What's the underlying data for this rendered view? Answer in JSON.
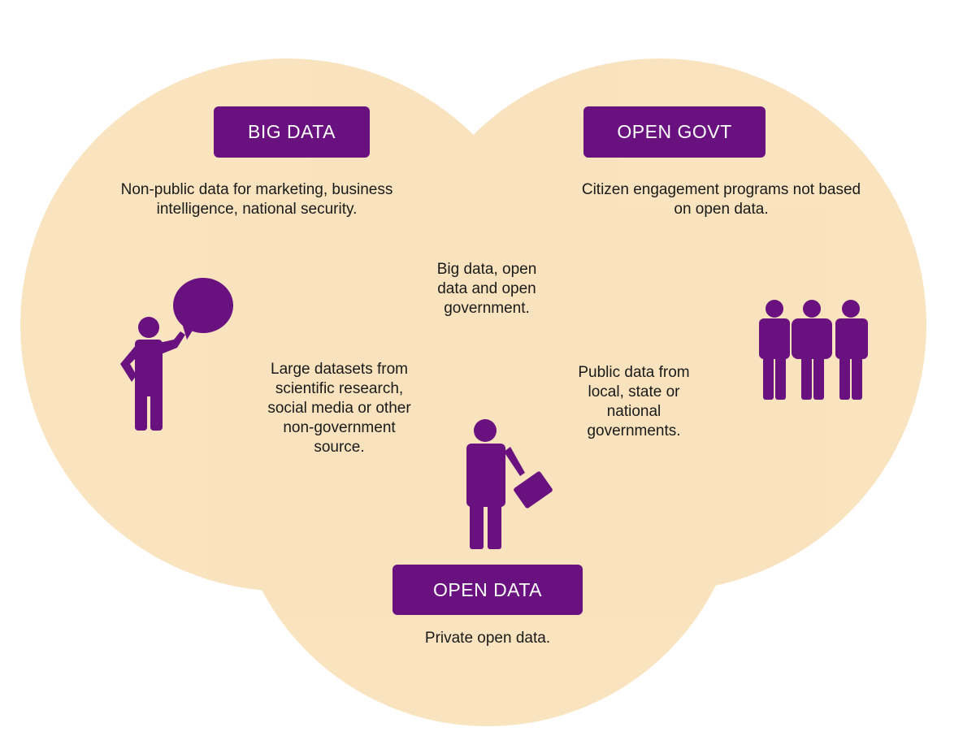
{
  "colors": {
    "circle_fill": "#f6d9a6",
    "purple": "#6a1180",
    "text": "#1a1a1a"
  },
  "sets": {
    "big_data": {
      "label": "BIG DATA",
      "description": "Non-public data for marketing, business intelligence, national security.",
      "icon": "person-speech-bubble-icon"
    },
    "open_govt": {
      "label": "OPEN GOVT",
      "description": "Citizen engagement programs not based on open data.",
      "icon": "three-people-icon"
    },
    "open_data": {
      "label": "OPEN DATA",
      "description": "Private open data.",
      "icon": "businessman-briefcase-icon"
    }
  },
  "intersections": {
    "big_open_data": "Large datasets from scientific research, social media or other non-government source.",
    "open_data_govt": "Public data from local, state or national governments.",
    "center": "Big data, open data and open government."
  }
}
